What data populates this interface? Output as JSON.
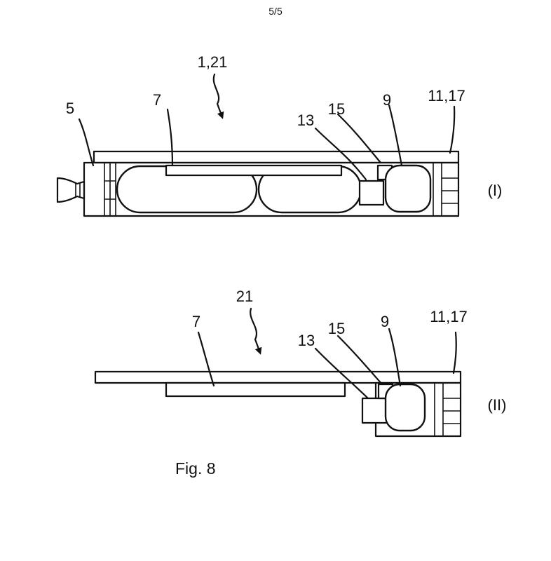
{
  "page_number": "5/5",
  "figure_caption": "Fig. 8",
  "view_1": {
    "state": "(I)",
    "labels": {
      "assembly": "1,21",
      "part_5": "5",
      "part_7": "7",
      "part_13": "13",
      "part_15": "15",
      "part_9": "9",
      "part_11_17": "11,17"
    }
  },
  "view_2": {
    "state": "(II)",
    "labels": {
      "assembly": "21",
      "part_7": "7",
      "part_13": "13",
      "part_15": "15",
      "part_9": "9",
      "part_11_17": "11,17"
    }
  },
  "colors": {
    "ink": "#111111",
    "paper": "#ffffff"
  }
}
